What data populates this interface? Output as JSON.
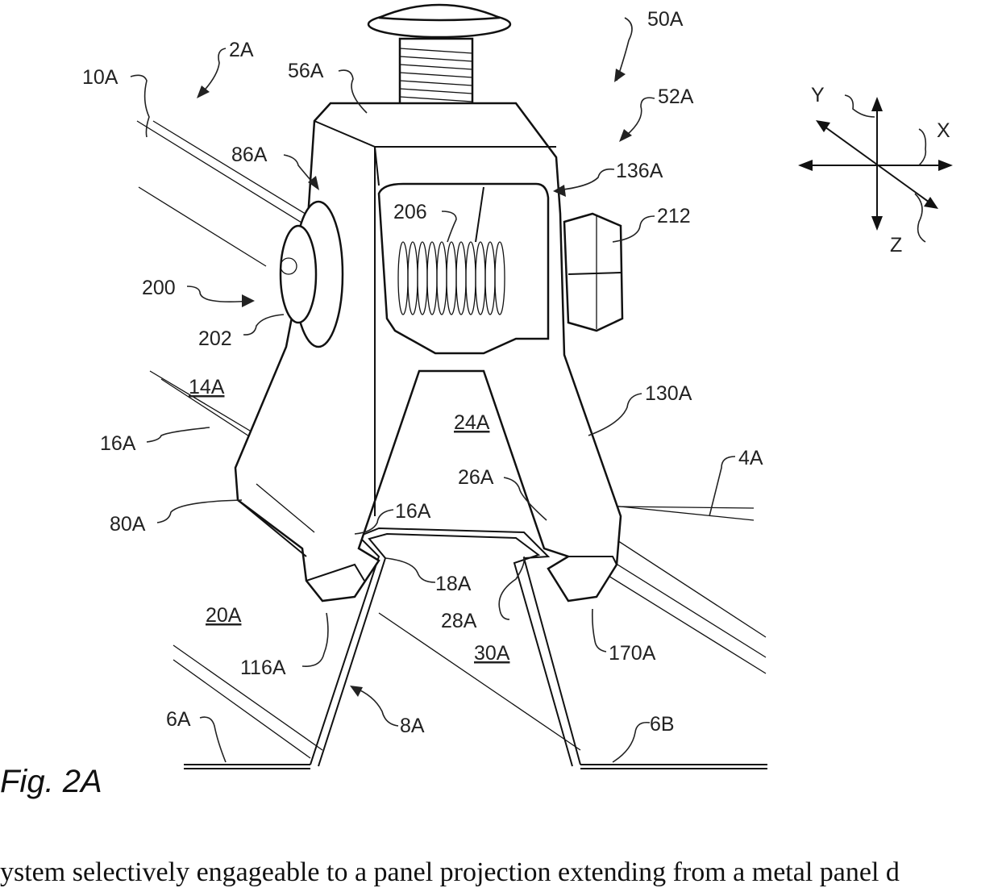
{
  "figure_title": "Fig. 2A",
  "caption_text": "ystem selectively engageable to a panel projection extending from a metal panel d",
  "labels": {
    "l50A": "50A",
    "l2A": "2A",
    "l10A": "10A",
    "l56A": "56A",
    "l52A": "52A",
    "l86A": "86A",
    "l136A": "136A",
    "l206": "206",
    "l212": "212",
    "l200": "200",
    "l202": "202",
    "l14A": "14A",
    "l130A": "130A",
    "l24A": "24A",
    "l16A_left": "16A",
    "l4A": "4A",
    "l26A": "26A",
    "l80A": "80A",
    "l16A_mid": "16A",
    "l18A": "18A",
    "l28A": "28A",
    "l20A": "20A",
    "l30A": "30A",
    "l170A": "170A",
    "l116A": "116A",
    "l6A": "6A",
    "l8A": "8A",
    "l6B": "6B"
  },
  "axes": {
    "y": "Y",
    "x": "X",
    "z": "Z"
  }
}
